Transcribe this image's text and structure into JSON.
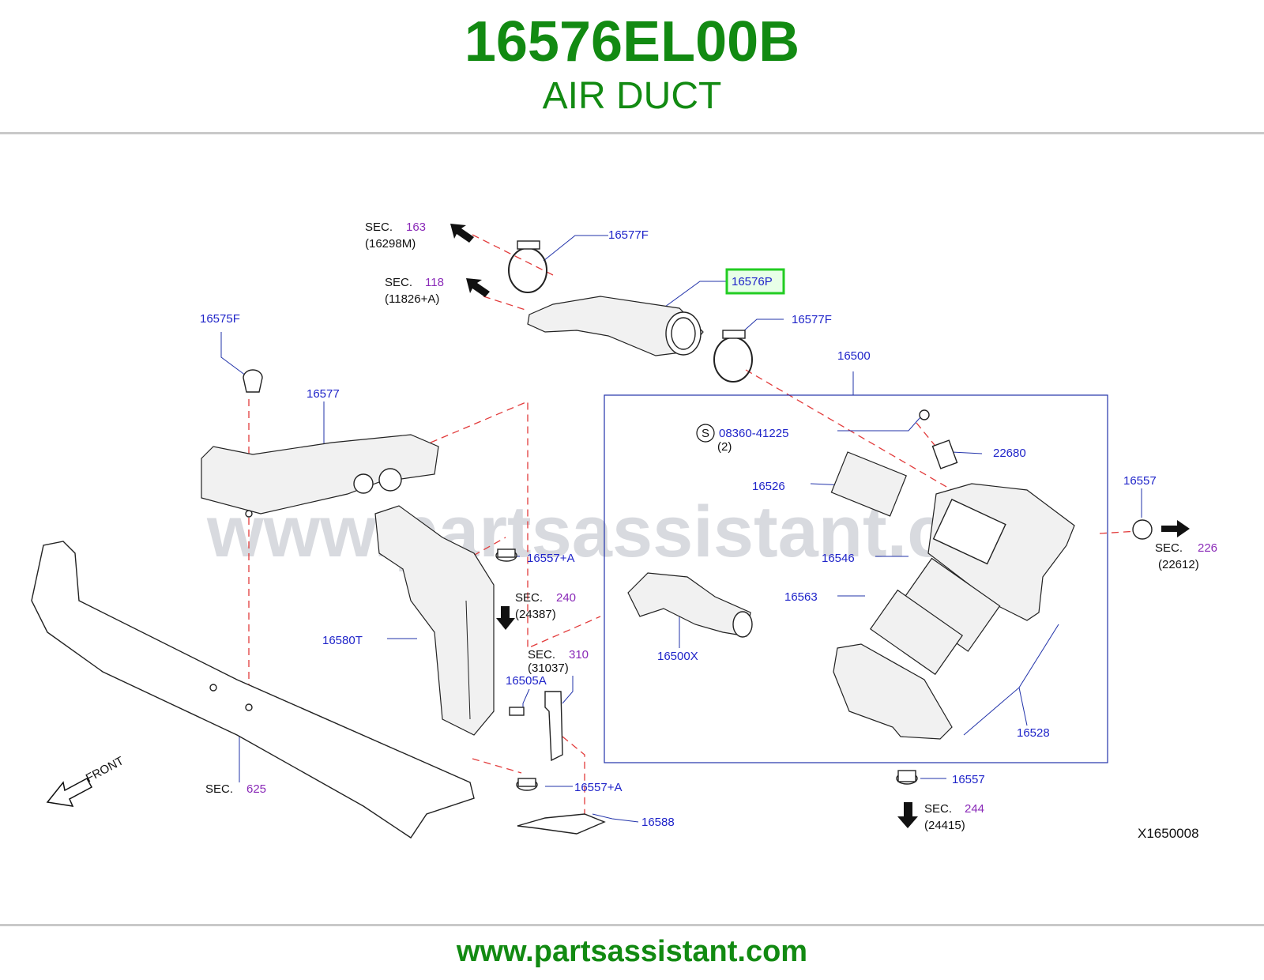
{
  "header": {
    "part_number": "16576EL00B",
    "part_name": "AIR DUCT"
  },
  "footer": {
    "url": "www.partsassistant.com"
  },
  "watermark": "www.partsassistant.com",
  "highlight_color": "#22cc22",
  "diagram": {
    "figure_id": "X1650008",
    "front_label": "FRONT",
    "highlighted_part": "16576P",
    "labels": {
      "p16577F_top": "16577F",
      "p16576P": "16576P",
      "p16577F_right": "16577F",
      "p16575F": "16575F",
      "p16577": "16577",
      "p16500": "16500",
      "p08360": "08360-41225",
      "p08360_qty": "(2)",
      "p08360_mark": "S",
      "p22680": "22680",
      "p16526": "16526",
      "p16557_right": "16557",
      "p16546": "16546",
      "p16557A_mid": "16557+A",
      "p16563": "16563",
      "p16580T": "16580T",
      "p16500X": "16500X",
      "p16505A": "16505A",
      "p16528": "16528",
      "p16557A_bot": "16557+A",
      "p16557_bot": "16557",
      "p16588": "16588"
    },
    "sections": [
      {
        "key": "s163",
        "label": "SEC.",
        "number": "163",
        "ref": "(16298M)"
      },
      {
        "key": "s118",
        "label": "SEC.",
        "number": "118",
        "ref": "(11826+A)"
      },
      {
        "key": "s240",
        "label": "SEC.",
        "number": "240",
        "ref": "(24387)"
      },
      {
        "key": "s310",
        "label": "SEC.",
        "number": "310",
        "ref": "(31037)"
      },
      {
        "key": "s226",
        "label": "SEC.",
        "number": "226",
        "ref": "(22612)"
      },
      {
        "key": "s625",
        "label": "SEC.",
        "number": "625",
        "ref": ""
      },
      {
        "key": "s244",
        "label": "SEC.",
        "number": "244",
        "ref": "(24415)"
      }
    ]
  }
}
